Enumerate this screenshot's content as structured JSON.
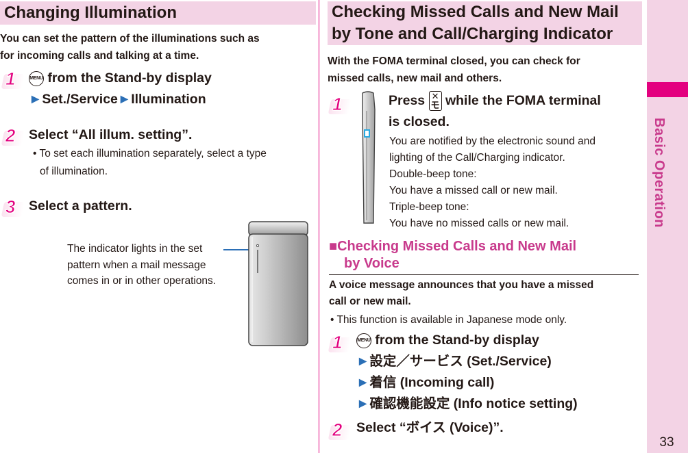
{
  "left": {
    "title": "Changing Illumination",
    "intro_1": "You can set the pattern of the illuminations such as",
    "intro_2": "for incoming calls and talking at a time.",
    "step1": {
      "num": "1",
      "key": "MENU",
      "line1": " from the Stand-by display",
      "line2": "Set./Service",
      "line2b": "Illumination"
    },
    "step2": {
      "num": "2",
      "title": "Select “All illum. setting”.",
      "note1": "To set each illumination separately, select a type",
      "note2": "of illumination."
    },
    "step3": {
      "num": "3",
      "title": "Select a pattern."
    },
    "callout": [
      "The indicator lights in the set",
      "pattern when a mail message",
      "comes in or in other operations."
    ]
  },
  "right": {
    "title_1": "Checking Missed Calls and New Mail",
    "title_2": "by Tone and Call/Charging Indicator",
    "intro_1": "With the FOMA terminal closed, you can check for",
    "intro_2": "missed calls, new mail and others.",
    "step1": {
      "num": "1",
      "title_a": "Press ",
      "key": "✕\nモ",
      "title_b": " while the FOMA terminal",
      "title_c": "is closed.",
      "notes": [
        "You are notified by the electronic sound and",
        "lighting of the Call/Charging indicator.",
        "Double-beep tone:",
        "You have a missed call or new mail.",
        "Triple-beep tone:",
        "You have no missed calls or new mail."
      ]
    },
    "sub_title_1": "■Checking Missed Calls and New Mail",
    "sub_title_2": "by Voice",
    "sub_intro_1": "A voice message announces that you have a missed",
    "sub_intro_2": "call or new mail.",
    "sub_note": "This function is available in Japanese mode only.",
    "sstep1": {
      "num": "1",
      "key": "MENU",
      "line1": " from the Stand-by display",
      "line2": "設定／サービス (Set./Service)",
      "line3": "着信 (Incoming call)",
      "line4": "確認機能設定 (Info notice setting)"
    },
    "sstep2": {
      "num": "2",
      "title": "Select “ボイス (Voice)”."
    }
  },
  "side": {
    "label": "Basic Operation",
    "page": "33"
  }
}
